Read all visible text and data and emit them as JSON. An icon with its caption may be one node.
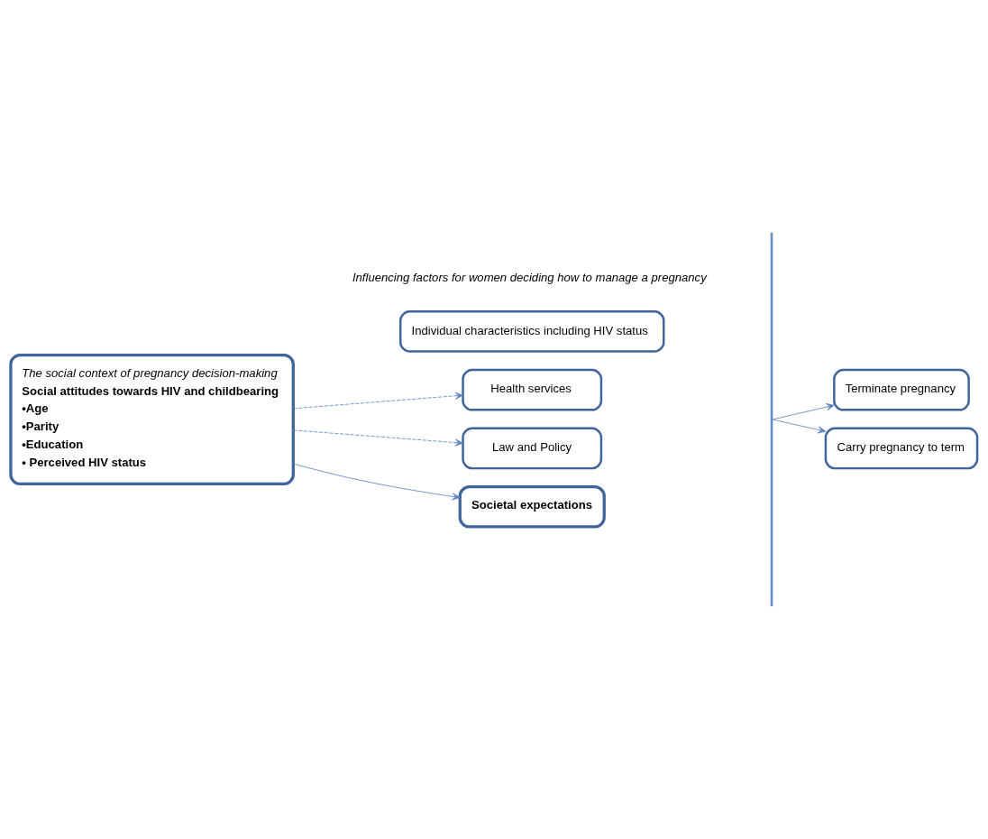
{
  "diagram": {
    "nodes": [
      {
        "text": [
          "The social context of pregnancy decision-making",
          "Social attitudes towards HIV and childbearing",
          "•Age",
          "•Parity",
          "•Education",
          "• Perceived HIV status"
        ]
      },
      {
        "text": [
          "Individual characteristics including HIV status"
        ]
      },
      {
        "text": [
          "Health services"
        ]
      },
      {
        "text": [
          "Law and Policy"
        ]
      },
      {
        "text": [
          "Societal expectations"
        ]
      },
      {
        "text": [],
        "shape": "bracket"
      },
      {
        "text": [
          "Terminate pregnancy"
        ]
      },
      {
        "text": [
          "Carry pregnancy to term"
        ]
      }
    ],
    "edges": [
      {
        "from": 0,
        "to": 2,
        "arrow": "to",
        "style": "dashed"
      },
      {
        "from": 0,
        "to": 3,
        "arrow": "to",
        "style": "dashed"
      },
      {
        "from": 0,
        "to": 4,
        "arrow": "to"
      },
      {
        "from": 5,
        "to": 6,
        "arrow": "to"
      },
      {
        "from": 5,
        "to": 7,
        "arrow": "to"
      }
    ],
    "labels": [
      "Influencing factors for women deciding how to manage a pregnancy"
    ]
  }
}
